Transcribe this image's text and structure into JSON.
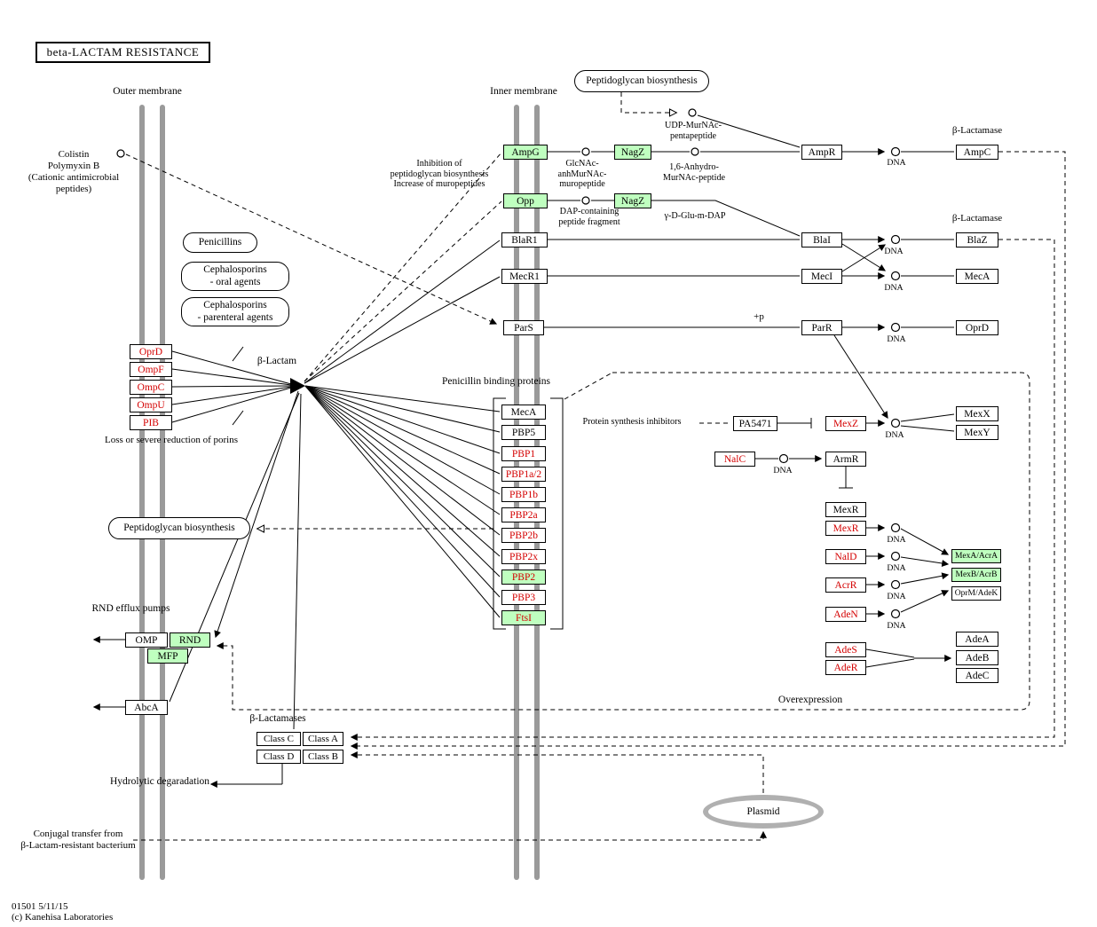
{
  "header": {
    "title": "beta-LACTAM RESISTANCE"
  },
  "membranes": {
    "outer": "Outer membrane",
    "inner": "Inner membrane"
  },
  "labels": {
    "colistin": "Colistin\nPolymyxin B\n(Cationic antimicrobial\npeptides)",
    "penicillins": "Penicillins",
    "ceph_oral": "Cephalosporins\n- oral agents",
    "ceph_parenteral": "Cephalosporins\n- parenteral agents",
    "peptidoglycan": "Peptidoglycan biosynthesis",
    "udp": "UDP-MurNAc-\npentapeptide",
    "inhibition": "Inhibition of\npeptidoglycan biosynthesis\nIncrease of muropeptides",
    "glcnac": "GlcNAc-\nanhMurNAc-\nmuropeptide",
    "anhydro": "1,6-Anhydro-\nMurNAc-peptide",
    "dap": "DAP-containing\npeptide fragment",
    "gdglu": "γ-D-Glu-m-DAP",
    "lactamase": "β-Lactamase",
    "beta_lactam": "β-Lactam",
    "plus_p": "+p",
    "dna": "DNA",
    "porin_loss": "Loss or severe reduction of porins",
    "pbp": "Penicillin binding proteins",
    "psi": "Protein synthesis inhibitors",
    "rnd": "RND efflux pumps",
    "lactamases": "β-Lactamases",
    "hydrolytic": "Hydrolytic degaradation",
    "overexpression": "Overexpression",
    "plasmid": "Plasmid",
    "conjugal": "Conjugal transfer from\nβ-Lactam-resistant bacterium"
  },
  "boxes": {
    "ampg": "AmpG",
    "opp": "Opp",
    "blar1": "BlaR1",
    "mecr1": "MecR1",
    "pars": "ParS",
    "nagz1": "NagZ",
    "nagz2": "NagZ",
    "ampr": "AmpR",
    "blai": "BlaI",
    "meci": "MecI",
    "parr": "ParR",
    "ampc": "AmpC",
    "blaz": "BlaZ",
    "meca_gene": "MecA",
    "oprd_gene": "OprD",
    "mexx": "MexX",
    "mexy": "MexY",
    "oprd": "OprD",
    "ompf": "OmpF",
    "ompc": "OmpC",
    "ompu": "OmpU",
    "pib": "PIB",
    "meca_pbp": "MecA",
    "pbp5": "PBP5",
    "pbp1": "PBP1",
    "pbp1a2": "PBP1a/2",
    "pbp1b": "PBP1b",
    "pbp2a": "PBP2a",
    "pbp2b": "PBP2b",
    "pbp2x": "PBP2x",
    "pbp2": "PBP2",
    "pbp3": "PBP3",
    "ftsi": "FtsI",
    "pa5471": "PA5471",
    "mexz": "MexZ",
    "nalc": "NalC",
    "armr": "ArmR",
    "mexr1": "MexR",
    "mexr2": "MexR",
    "nald": "NalD",
    "acrr": "AcrR",
    "aden": "AdeN",
    "mexa_acra": "MexA/AcrA",
    "mexb_acrb": "MexB/AcrB",
    "oprm_adek": "OprM/AdeK",
    "ades": "AdeS",
    "ader": "AdeR",
    "adea": "AdeA",
    "adeb": "AdeB",
    "adec": "AdeC",
    "omp": "OMP",
    "rnd": "RND",
    "mfp": "MFP",
    "abca": "AbcA",
    "classc": "Class C",
    "classa": "Class A",
    "classd": "Class D",
    "classb": "Class B"
  },
  "footer": {
    "line1": "01501 5/11/15",
    "line2": "(c) Kanehisa Laboratories"
  },
  "colors": {
    "green_fill": "#bfffbf",
    "red_text": "#d40000",
    "membrane_gray": "#9a9a9a",
    "plasmid_gray": "#b0b0b0"
  }
}
